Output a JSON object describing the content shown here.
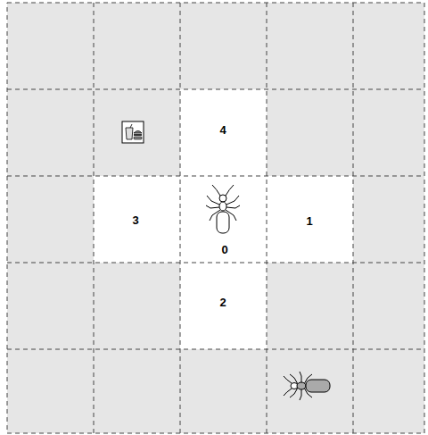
{
  "diagram": {
    "nodes": [
      {
        "text": [
          "4"
        ]
      },
      {
        "text": [
          "3"
        ]
      },
      {
        "text": [
          "0"
        ]
      },
      {
        "text": [
          "1"
        ]
      },
      {
        "text": [
          "2"
        ]
      }
    ]
  }
}
